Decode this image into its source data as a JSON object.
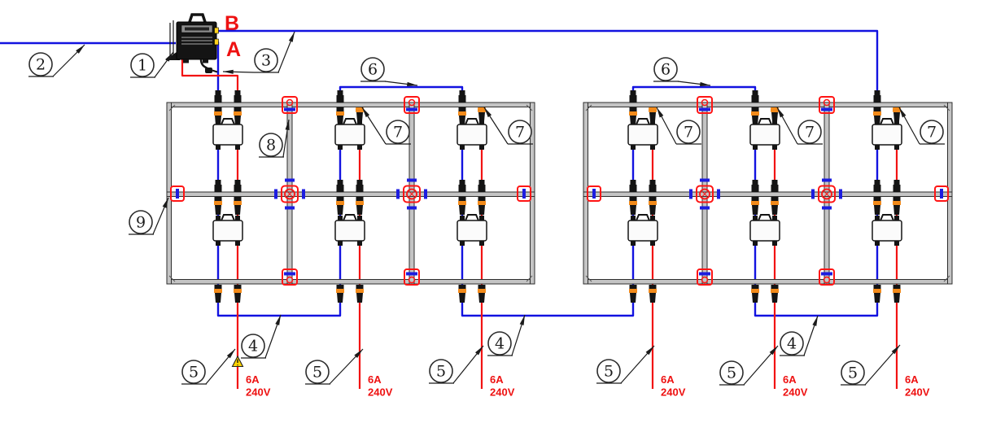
{
  "labels": {
    "phase_b": "B",
    "phase_a": "A"
  },
  "drops": [
    {
      "current": "6A",
      "voltage": "240V"
    },
    {
      "current": "6A",
      "voltage": "240V"
    },
    {
      "current": "6A",
      "voltage": "240V"
    },
    {
      "current": "6A",
      "voltage": "240V"
    },
    {
      "current": "6A",
      "voltage": "240V"
    },
    {
      "current": "6A",
      "voltage": "240V"
    }
  ],
  "callouts": {
    "numbers": [
      "1",
      "2",
      "3",
      "4",
      "5",
      "6",
      "7",
      "8",
      "9"
    ]
  },
  "colors": {
    "background": "#ffffff",
    "wire_blue": "#1212e0",
    "wire_red": "#f21313",
    "label_red": "#ee1111",
    "connector_orange": "#f28a1a",
    "connector_black": "#141414",
    "clamp_red": "#ff1414",
    "clamp_blue": "#1c1ce0",
    "frame_line": "#2e2e2e",
    "frame_fill": "#c4c4c4",
    "inverter_fill": "#fbfbfb",
    "balloon_stroke": "#2b2b2b",
    "warning_yellow": "#ffd400"
  }
}
